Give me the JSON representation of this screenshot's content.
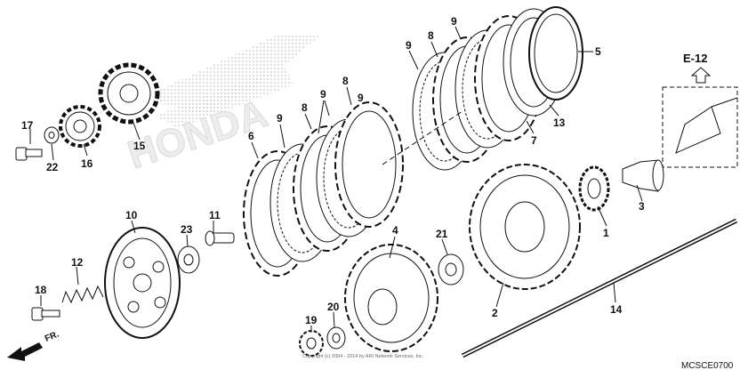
{
  "diagram": {
    "reference": "E-12",
    "direction_label": "FR.",
    "copyright": "Copyright (c) 2004 - 2014 by ARI Network Services, Inc.",
    "image_code": "MCSCE0700",
    "watermark": "HONDA",
    "callouts": [
      "1",
      "2",
      "3",
      "4",
      "5",
      "6",
      "7",
      "8",
      "8",
      "8",
      "9",
      "9",
      "9",
      "9",
      "9",
      "10",
      "11",
      "12",
      "13",
      "14",
      "15",
      "16",
      "17",
      "18",
      "19",
      "20",
      "21",
      "22",
      "23"
    ]
  },
  "colors": {
    "line": "#111111",
    "background": "#ffffff",
    "watermark": "#e6e6e6"
  }
}
